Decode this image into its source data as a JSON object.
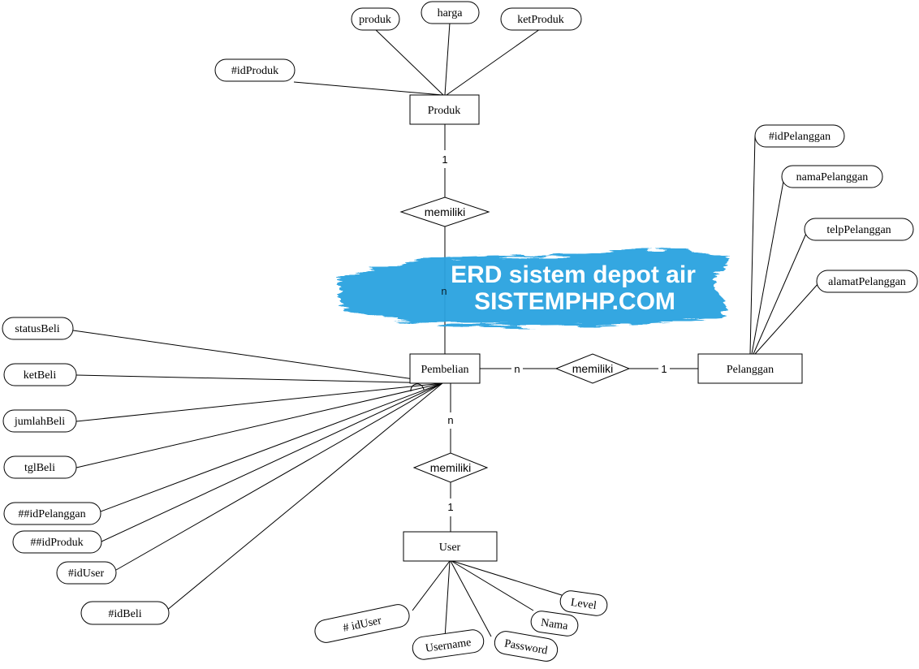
{
  "entities": {
    "produk": "Produk",
    "pembelian": "Pembelian",
    "pelanggan": "Pelanggan",
    "user": "User"
  },
  "relations": {
    "produk_pembelian": "memiliki",
    "pembelian_pelanggan": "memiliki",
    "pembelian_user": "memiliki"
  },
  "cardinalities": {
    "produk_side": "1",
    "pembelian_top": "n",
    "pembelian_right": "n",
    "pelanggan_side": "1",
    "pembelian_bottom": "n",
    "user_side": "1"
  },
  "attributes": {
    "produk": [
      "produk",
      "harga",
      "ketProduk",
      "#idProduk"
    ],
    "pelanggan": [
      "#idPelanggan",
      "namaPelanggan",
      "telpPelanggan",
      "alamatPelanggan"
    ],
    "pembelian": [
      "statusBeli",
      "ketBeli",
      "jumlahBeli",
      "tglBeli",
      "##idPelanggan",
      "##idProduk",
      "#idUser",
      "#idBeli"
    ],
    "user": [
      "# idUser",
      "Username",
      "Password",
      "Nama",
      "Level"
    ]
  },
  "watermark": {
    "line1": "ERD sistem depot air",
    "line2": "SISTEMPHP.COM",
    "color": "#2aa3e0"
  }
}
